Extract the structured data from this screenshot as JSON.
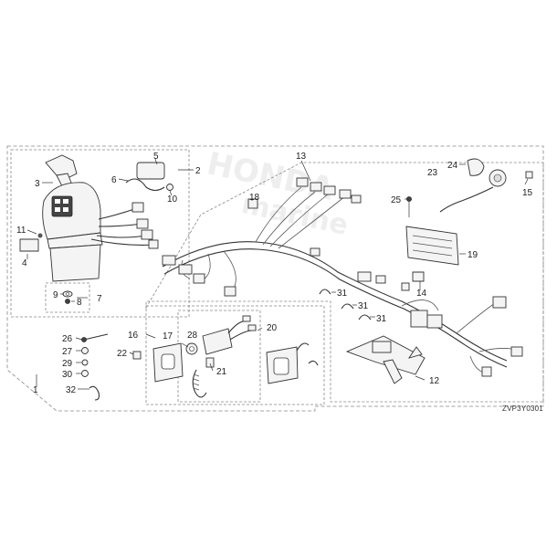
{
  "diagram_code": "ZVP3Y0301",
  "watermark_text": [
    "HONDA",
    "marine"
  ],
  "callouts": {
    "c1": "1",
    "c2": "2",
    "c3": "3",
    "c4": "4",
    "c5": "5",
    "c6": "6",
    "c7": "7",
    "c8": "8",
    "c9": "9",
    "c10": "10",
    "c11": "11",
    "c12": "12",
    "c13": "13",
    "c14": "14",
    "c15": "15",
    "c16": "16",
    "c17": "17",
    "c18": "18",
    "c19": "19",
    "c20": "20",
    "c21": "21",
    "c22": "22",
    "c23": "23",
    "c24": "24",
    "c25": "25",
    "c26": "26",
    "c27": "27",
    "c28": "28",
    "c29": "29",
    "c30": "30",
    "c31a": "31",
    "c31b": "31",
    "c31c": "31",
    "c32": "32"
  },
  "colors": {
    "line": "#333333",
    "frame": "#888888",
    "watermark": "#eeeeee"
  }
}
